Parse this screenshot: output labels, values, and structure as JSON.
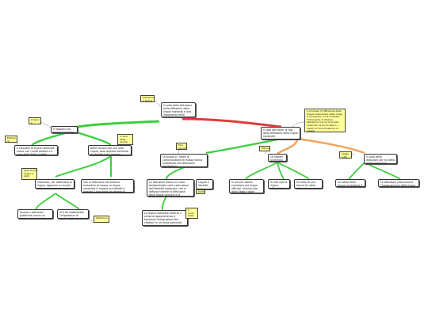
{
  "colors": {
    "green": "#3ecf3e",
    "red": "#e23b3b",
    "orange": "#f5a25a",
    "note_bg": "#fdfd9a"
  },
  "nodes": {
    "root": "Il ruolo delle istituzioni nella diffusione delle lingue nazionali e loro importanza nella costruzione dell'identità nazionale",
    "n_left": "Il rapporto tra lingua e nazione",
    "n_left_a": "Il concetto di lingua nazionale nasce con l'unità politica e il peso dello Stato e delle istituzioni",
    "n_left_b": "Nelle nazioni con una sola lingua, essa diventa elemento di identità e di coesione sociale",
    "n_left_c": "Istituzioni, per diffondere la lingua, agiscono su scuola e burocrazia",
    "n_left_d": "Con la diffusione del sistema scolastico di massa, la lingua nazionale si impone sui dialetti e diventa il principale strumento di comunicazione",
    "n_left_e": "Scuola e istituzioni pubbliche hanno un ruolo centrale nella diffusione della lingua nazionale",
    "n_left_f": "Vi è da sottolineare l'importanza di queste istituzioni per la lingua",
    "n_mid": "Il caso dell'Italia: le fasi della diffusione della lingua nazionale",
    "n_mid_a": "La scuola e i mezzi di comunicazione di massa hanno contribuito alla diffusione dell'italiano",
    "n_mid_b": "Le istituzioni hanno un ruolo fondamentale nella costruzione dell'identità nazionale, che si rafforza tramite la diffusione della lingua comune e la condivisione di valori e tradizioni",
    "n_mid_c": "La lingua nazionale rafforza il senso di appartenenza e favorisce l'integrazione dei cittadini in un'unica comunità nazionale",
    "n_mid_d": "Lingua e identità",
    "n_right_a": "Le nazioni plurilingui",
    "n_right_a1": "In alcune nazioni convivono più lingue ufficiali, riconosciute dallo Stato e dalle istituzioni",
    "n_right_a2": "In altri casi la lingua ufficiale è imposta a discapito delle minoranze",
    "n_right_a3": "Si tratta di una forma di tutela delle minoranze linguistiche",
    "n_right_b": "Il ruolo delle istituzioni per la tutela delle minoranze linguistiche",
    "n_right_b1": "La tutela delle lingue minoritarie è garantita dalla legge",
    "n_right_b2": "Le istituzioni promuovono l'insegnamento delle lingue minoritarie nelle scuole"
  },
  "notes": {
    "top": "Istituzioni e lingua",
    "top_right": "Il processo di diffusione della lingua nazionale è stato lungo e complesso, e ha richiesto l'intervento di diverse istituzioni, tra cui la scuola, l'esercito, la burocrazia e i mezzi di comunicazione di massa",
    "left1": "Lingua e nazione",
    "left2": "Esempi di lingue nazionali",
    "left3": "Il ruolo della scuola",
    "left4": "Approfondimento: lingue e stati",
    "left5": "Istituzioni",
    "mid1": "Fasi storiche",
    "mid2": "Il ruolo della scuola",
    "mid3": "Diritti linguistici",
    "right1": "Minoranze",
    "right2": "Legge sulle minoranze"
  }
}
